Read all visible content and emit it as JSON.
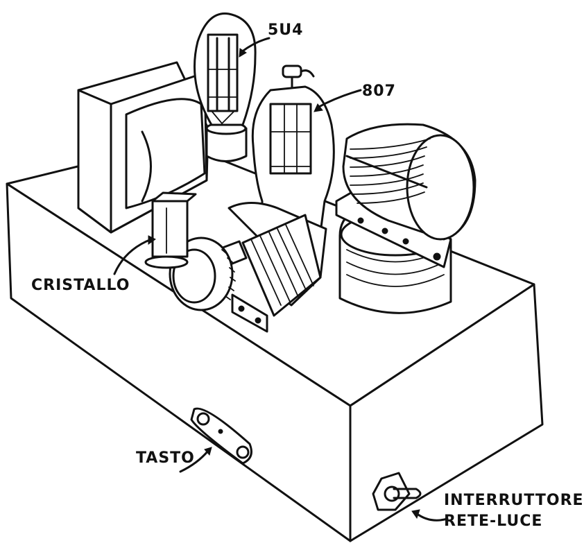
{
  "labels": {
    "tube_rectifier": "5U4",
    "tube_power": "807",
    "crystal": "CRISTALLO",
    "key": "TASTO",
    "switch_line1": "INTERRUTTORE",
    "switch_line2": "RETE-LUCE"
  },
  "colors": {
    "ink": "#111111",
    "paper": "#ffffff"
  }
}
